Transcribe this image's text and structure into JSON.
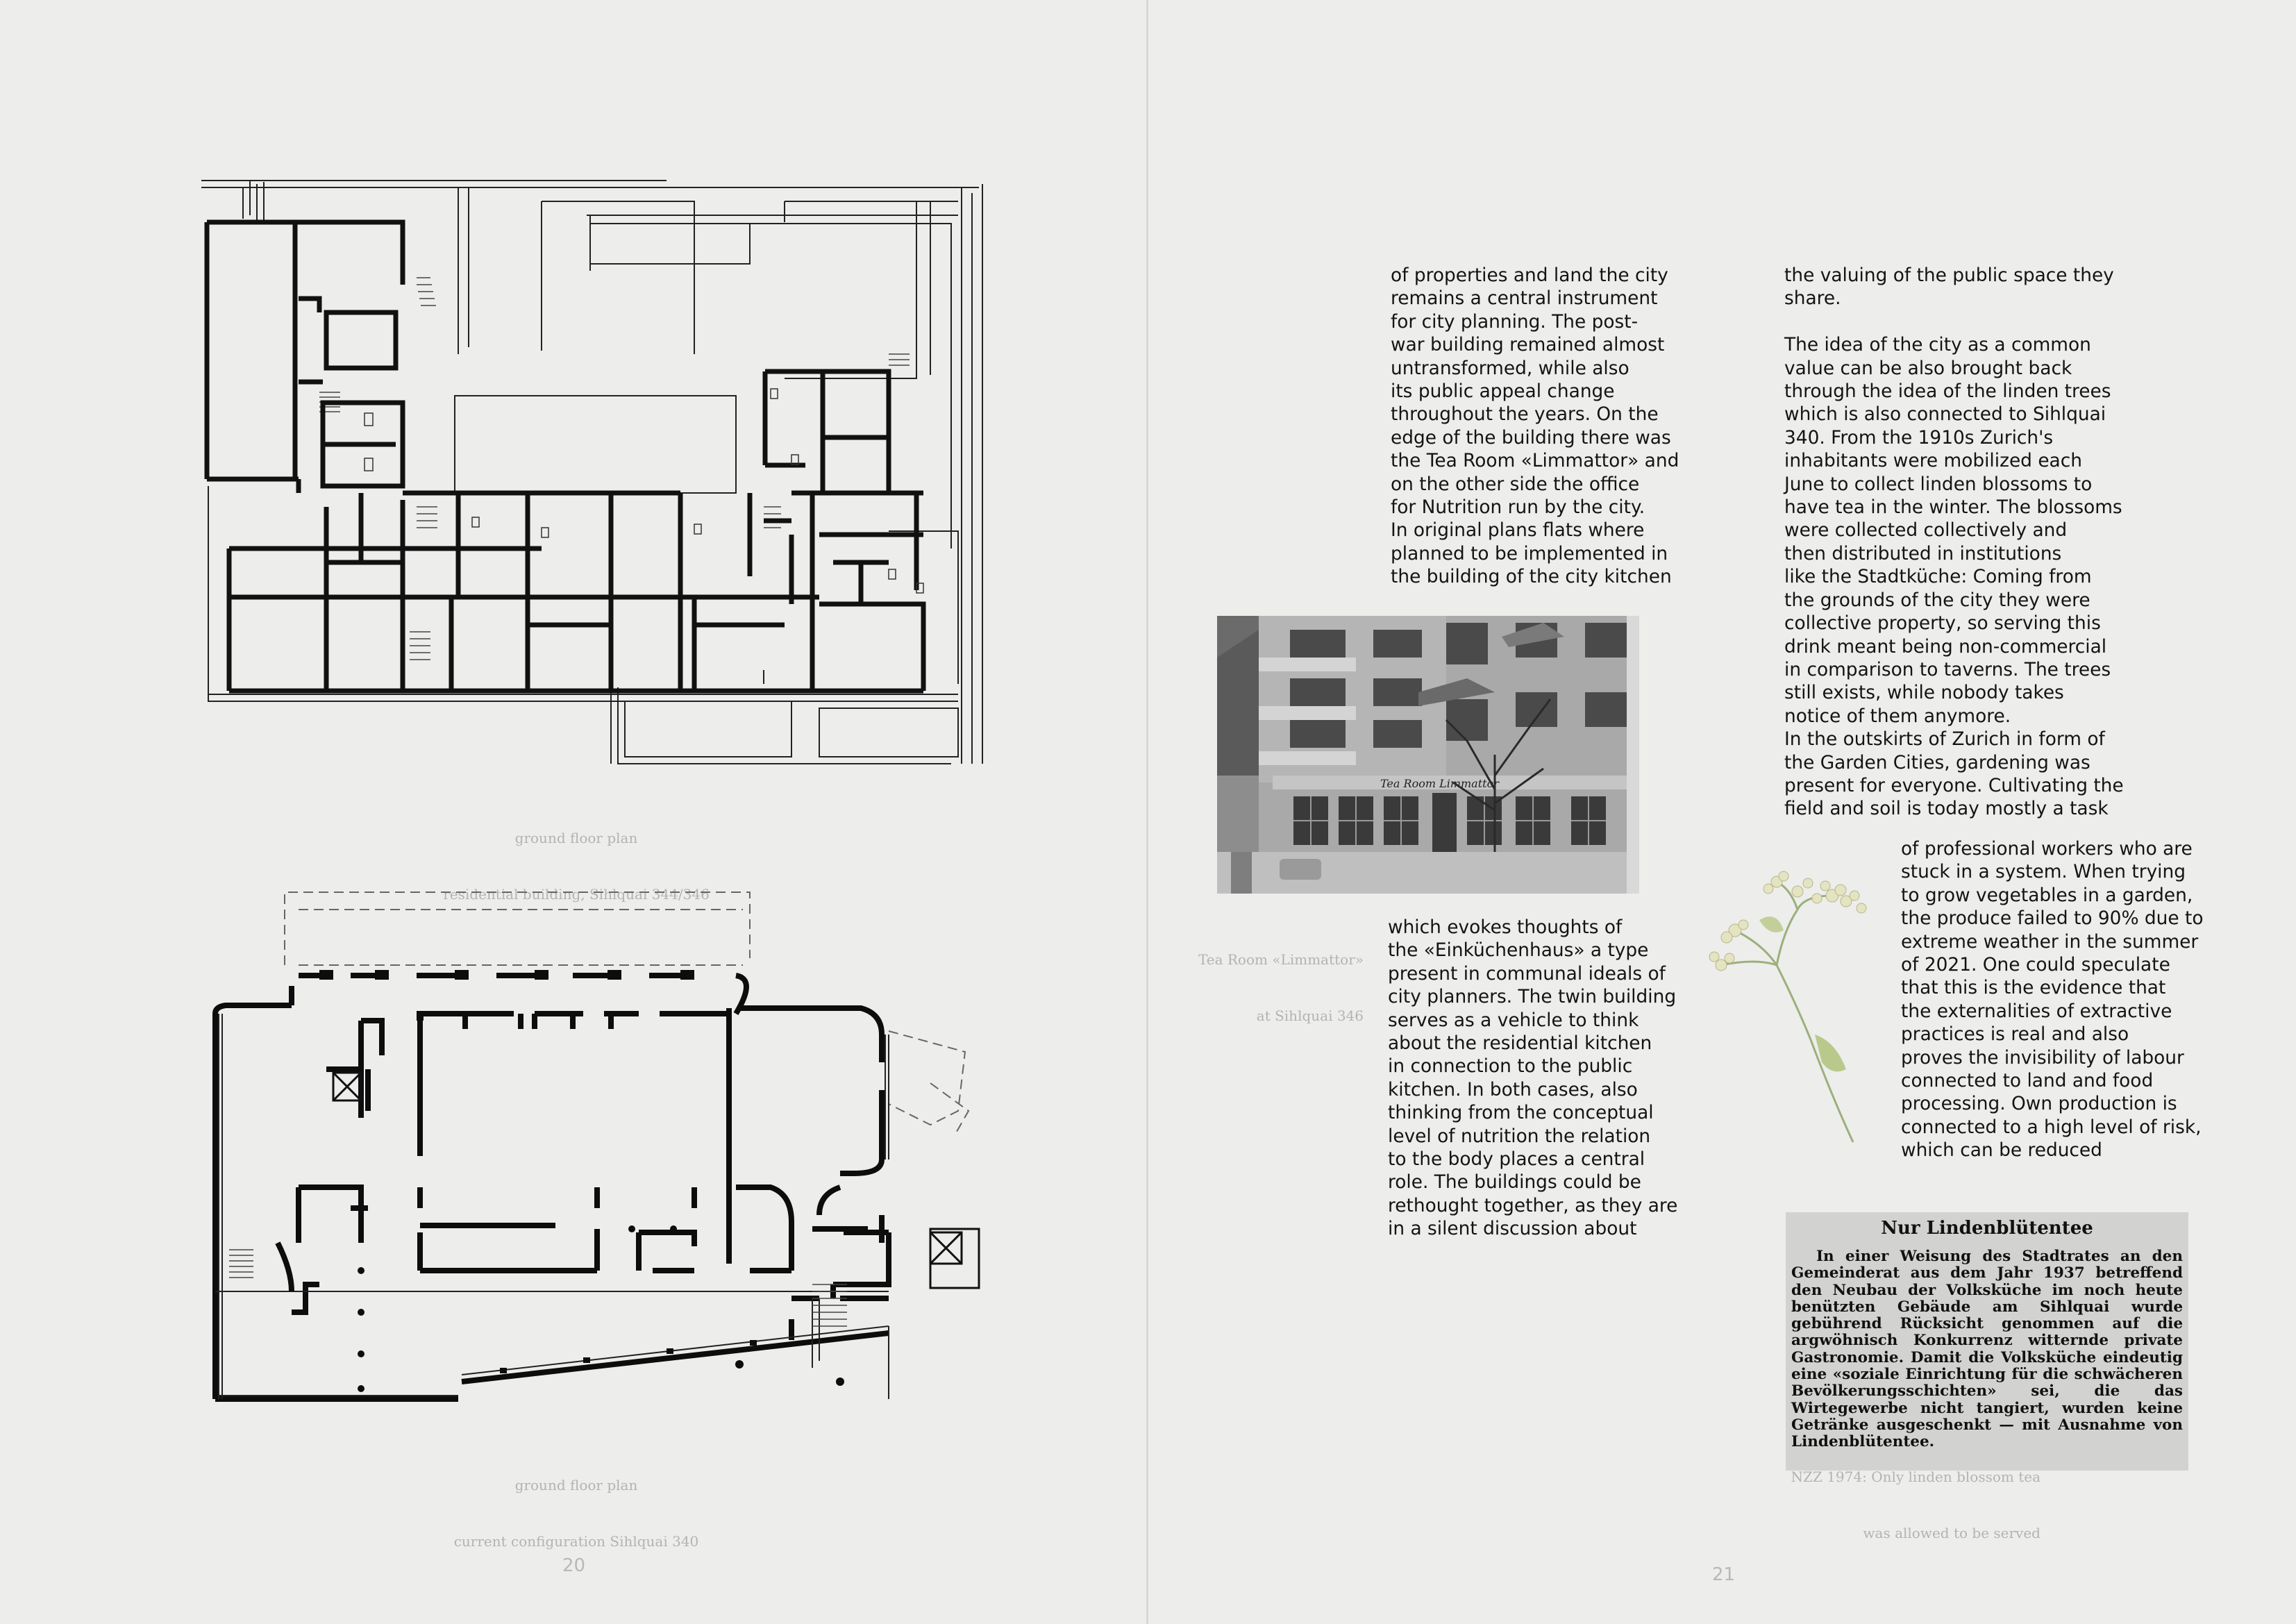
{
  "left_page": {
    "plan_top_caption": {
      "line1": "ground floor plan",
      "line2": "residential building, Sihlquai 344/346"
    },
    "plan_bottom_caption": {
      "line1": "ground floor plan",
      "line2": "current configuration Sihlquai 340"
    },
    "page_number": "20"
  },
  "right_page": {
    "column_a_top": "of properties and land the city\nremains a central instrument\nfor city planning. The post-\nwar building remained almost\nuntransformed, while also\nits public appeal change\nthroughout the years. On the\nedge of the building there was\nthe Tea Room «Limmattor» and\non the other side the office\nfor Nutrition run by the city.\nIn original plans flats where\nplanned to be implemented in\nthe building of the city kitchen",
    "column_b_top": "the valuing of the public space they\nshare.\n\nThe idea of the city as a common\nvalue can be also brought back\nthrough the idea of the linden trees\nwhich is also connected to Sihlquai\n340. From the 1910s Zurich's\ninhabitants were mobilized each\nJune to collect linden blossoms to\nhave tea in the winter. The blossoms\nwere collected collectively and\nthen distributed in institutions\nlike the Stadtküche: Coming from\nthe grounds of the city they were\ncollective property, so serving this\ndrink meant being non-commercial\nin comparison to taverns. The trees\nstill exists, while nobody takes\nnotice of them anymore.\nIn the outskirts of Zurich in form of\nthe Garden Cities, gardening was\npresent for everyone. Cultivating the\nfield and soil is today mostly a task",
    "photo_sign": "Tea Room Limmattor",
    "photo_caption": {
      "line1": "Tea Room «Limmattor»",
      "line2": "at Sihlquai 346"
    },
    "column_a_bottom": "which evokes thoughts of\nthe «Einküchenhaus» a type\npresent in communal ideals of\ncity planners. The twin building\nserves as a vehicle to think\nabout the residential kitchen\nin connection to the public\nkitchen. In both cases, also\nthinking from the conceptual\nlevel of nutrition the relation\nto the body places a central\nrole. The buildings could be\nrethought together, as they are\nin a silent discussion about",
    "column_c": "of professional workers who are\nstuck in a system. When trying\nto grow vegetables in a garden,\nthe produce failed to 90% due to\nextreme weather in the summer\nof 2021. One could speculate\nthat this is the evidence that\nthe externalities of extractive\npractices is real and also\nproves the invisibility of labour\nconnected to land and food\nprocessing. Own production is\nconnected to a high level of risk,\nwhich can be reduced",
    "clipping": {
      "title": "Nur Lindenblütentee",
      "body": "In einer Weisung des Stadtrates an den Gemeinderat aus dem Jahr 1937 betreffend den Neubau der Volksküche im noch heute benützten Gebäude am Sihlquai wurde gebührend Rücksicht genommen auf die argwöhnisch Konkurrenz witternde private Gastronomie. Damit die Volksküche eindeutig eine «soziale Einrichtung für die schwächeren Bevölkerungsschichten» sei, die das Wirtegewerbe nicht tangiert, wurden keine Getränke ausgeschenkt — mit Ausnahme von Lindenblütentee."
    },
    "clipping_caption": {
      "line1": "NZZ 1974: Only linden blossom tea",
      "line2": "was allowed to be served"
    },
    "page_number": "21"
  }
}
